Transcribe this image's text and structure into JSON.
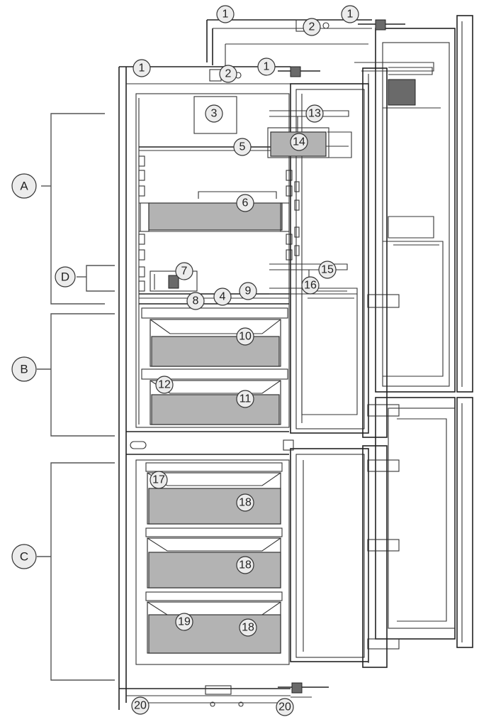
{
  "zones": [
    {
      "id": "A",
      "label": "A"
    },
    {
      "id": "B",
      "label": "B"
    },
    {
      "id": "C",
      "label": "C"
    },
    {
      "id": "D",
      "label": "D"
    }
  ],
  "callouts": {
    "n1a": "1",
    "n1b": "1",
    "n1c": "1",
    "n1d": "1",
    "n2a": "2",
    "n2b": "2",
    "n3": "3",
    "n4": "4",
    "n5": "5",
    "n6": "6",
    "n7": "7",
    "n8": "8",
    "n9": "9",
    "n10": "10",
    "n11": "11",
    "n12": "12",
    "n13": "13",
    "n14": "14",
    "n15": "15",
    "n16": "16",
    "n17": "17",
    "n18a": "18",
    "n18b": "18",
    "n18c": "18",
    "n19": "19",
    "n20a": "20",
    "n20b": "20"
  },
  "colors": {
    "outline": "#222222",
    "bin_fill": "#b3b3b3",
    "callout_fill": "#ececec"
  }
}
